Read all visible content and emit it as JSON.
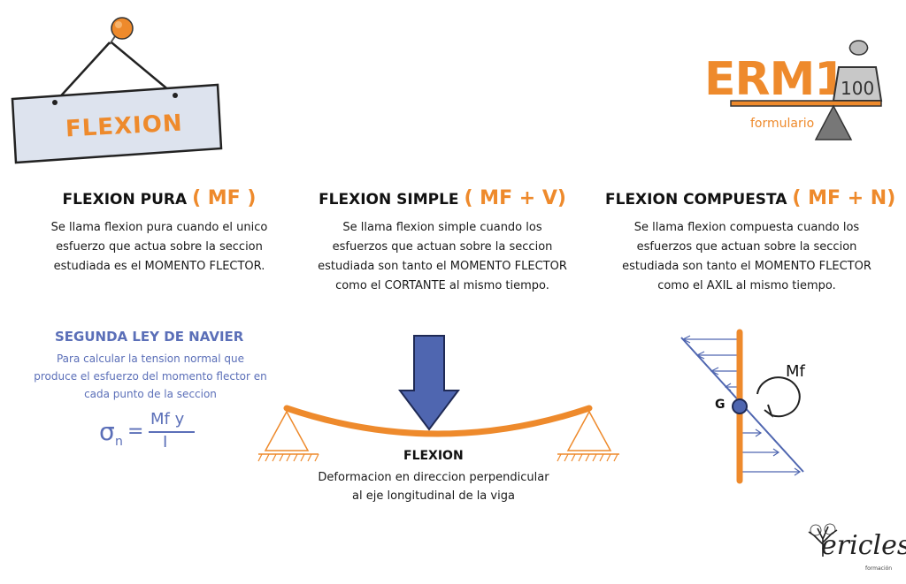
{
  "sign": {
    "label": "FLEXION"
  },
  "logo": {
    "title": "ERM1",
    "weight": "100",
    "subtitle": "formulario"
  },
  "columns": [
    {
      "title": "FLEXION PURA",
      "formula": "( MF )",
      "lines": [
        "Se llama flexion pura cuando el unico",
        "esfuerzo que actua sobre la seccion",
        "estudiada es el MOMENTO FLECTOR."
      ]
    },
    {
      "title": "FLEXION SIMPLE",
      "formula": "( MF + V)",
      "lines": [
        "Se llama flexion simple cuando los",
        "esfuerzos que actuan sobre la seccion",
        "estudiada son tanto el MOMENTO FLECTOR",
        "como el CORTANTE al mismo tiempo."
      ]
    },
    {
      "title": "FLEXION COMPUESTA",
      "formula": "( MF + N)",
      "lines": [
        "Se llama flexion compuesta cuando los",
        "esfuerzos que actuan sobre la seccion",
        "estudiada son tanto el MOMENTO FLECTOR",
        "como el AXIL al mismo tiempo."
      ]
    }
  ],
  "navier": {
    "title": "SEGUNDA LEY DE NAVIER",
    "lines": [
      "Para calcular la tension normal que",
      "produce el esfuerzo del momento flector en",
      "cada punto de la seccion"
    ],
    "formula": {
      "symbol": "σ",
      "subscript": "n",
      "equals": "=",
      "numerator": "Mf y",
      "denominator": "I"
    }
  },
  "beam": {
    "title": "FLEXION",
    "lines": [
      "Deformacion en direccion perpendicular",
      "al eje longitudinal de la viga"
    ]
  },
  "stress_diagram": {
    "centroid_label": "G",
    "moment_label": "Mf"
  },
  "brand": {
    "name": "ericles",
    "tagline": "formación"
  },
  "colors": {
    "accent": "#ee8a2c",
    "navier_blue": "#5b6fb8",
    "arrow_blue": "#4f66b0",
    "sign_fill": "#dde3ee"
  }
}
